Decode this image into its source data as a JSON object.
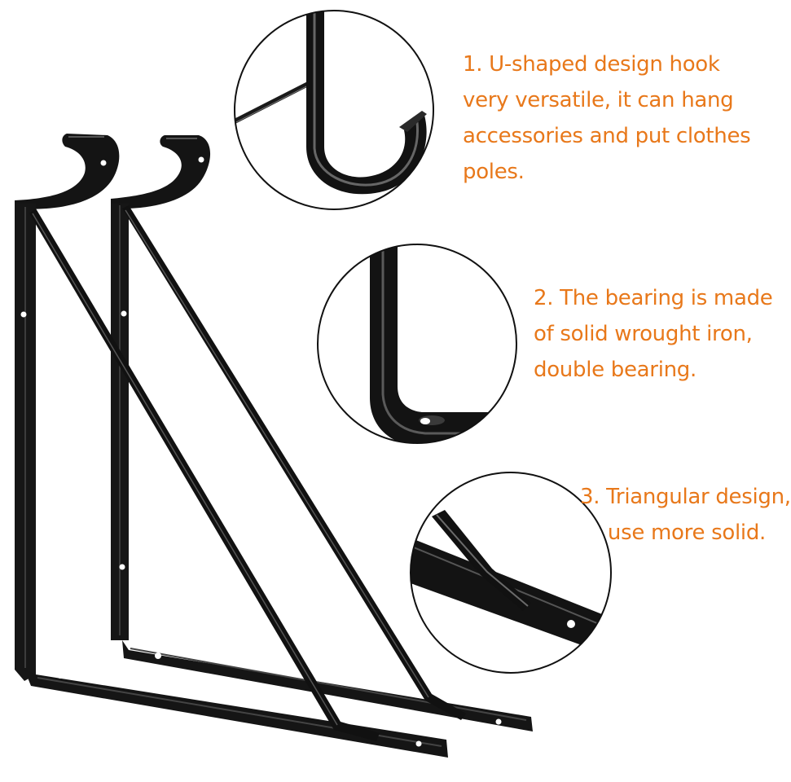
{
  "features": [
    {
      "lines": [
        "1. U-shaped design hook",
        "very versatile, it can hang",
        "accessories and put clothes",
        "poles."
      ]
    },
    {
      "lines": [
        "2. The bearing is made",
        "of solid wrought iron,",
        "double bearing."
      ]
    },
    {
      "lines": [
        "3. Triangular design,",
        "use more solid."
      ]
    }
  ],
  "colors": {
    "text": "#e8781a",
    "bracket": "#151515",
    "highlight": "#6a6a6a",
    "background": "#ffffff"
  },
  "icons": [
    "closeup-hook",
    "closeup-corner",
    "closeup-triangle-joint"
  ]
}
